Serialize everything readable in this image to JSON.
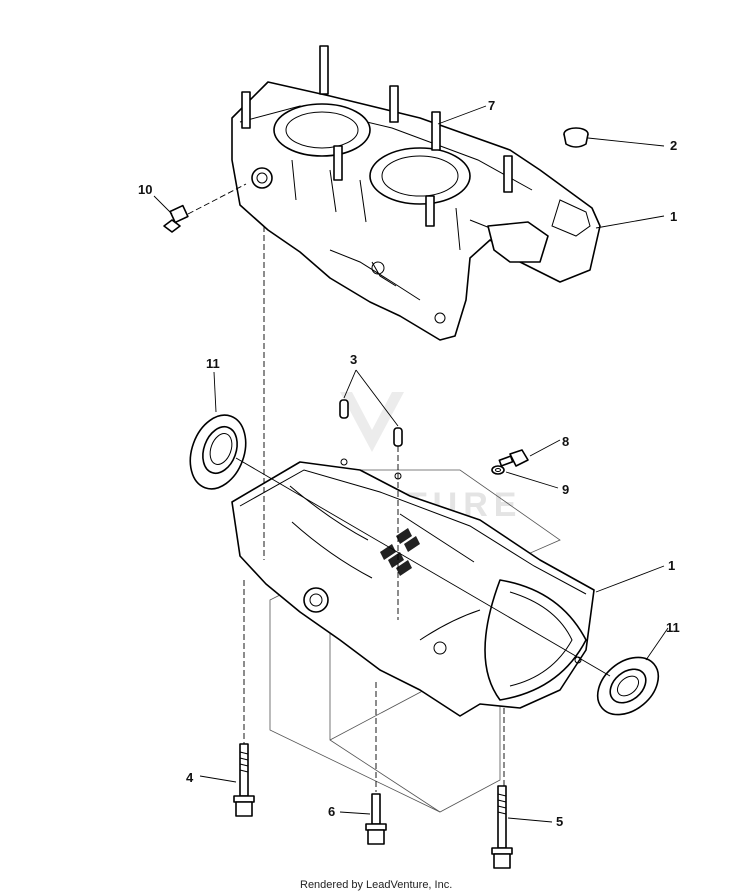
{
  "callouts": {
    "c1_upper": "1",
    "c2": "2",
    "c7": "7",
    "c10": "10",
    "c3": "3",
    "c11_left": "11",
    "c8": "8",
    "c9": "9",
    "c1_lower": "1",
    "c11_right": "11",
    "c4": "4",
    "c6": "6",
    "c5": "5"
  },
  "watermark": "VENTURE",
  "footer": "Rendered by LeadVenture, Inc."
}
